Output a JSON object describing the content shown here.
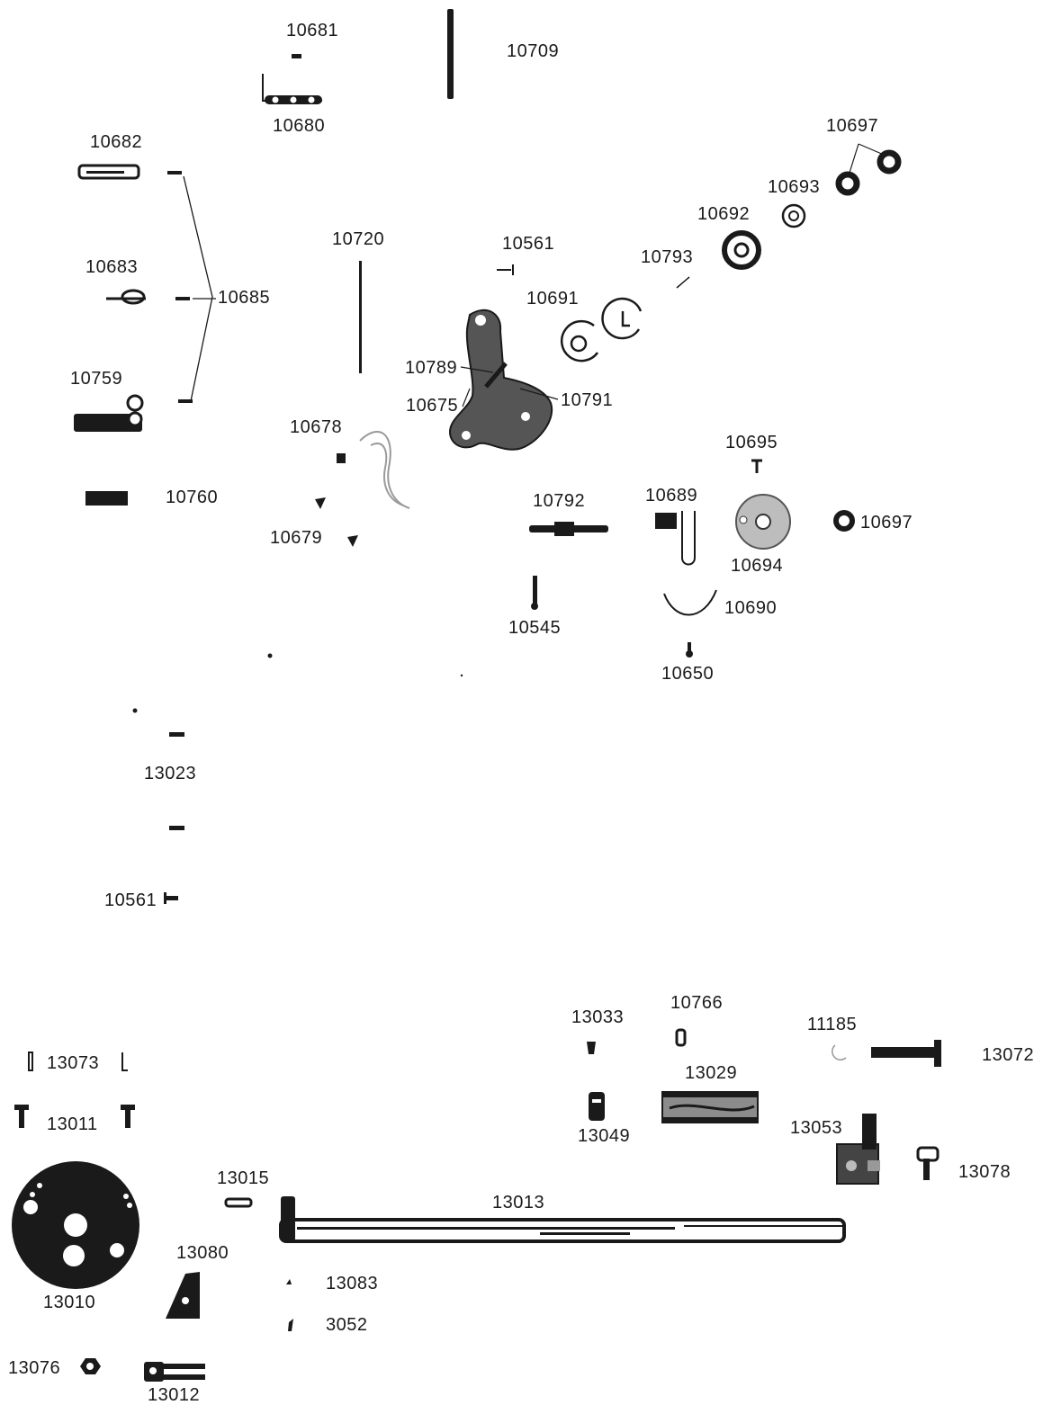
{
  "labels": {
    "p10681": "10681",
    "p10709": "10709",
    "p10680": "10680",
    "p10697a": "10697",
    "p10682": "10682",
    "p10693": "10693",
    "p10692": "10692",
    "p10720": "10720",
    "p10561a": "10561",
    "p10793": "10793",
    "p10683": "10683",
    "p10685": "10685",
    "p10691": "10691",
    "p10789": "10789",
    "p10759": "10759",
    "p10791": "10791",
    "p10675": "10675",
    "p10678": "10678",
    "p10695": "10695",
    "p10760": "10760",
    "p10792": "10792",
    "p10689": "10689",
    "p10697b": "10697",
    "p10679": "10679",
    "p10694": "10694",
    "p10690": "10690",
    "p10545": "10545",
    "p10650": "10650",
    "p13023": "13023",
    "p10561b": "10561",
    "p10766": "10766",
    "p13033": "13033",
    "p11185": "11185",
    "p13073": "13073",
    "p13072": "13072",
    "p13029": "13029",
    "p13011": "13011",
    "p13049": "13049",
    "p13053": "13053",
    "p13078": "13078",
    "p13015": "13015",
    "p13013": "13013",
    "p13080": "13080",
    "p13083": "13083",
    "p13010": "13010",
    "p3052": "3052",
    "p13076": "13076",
    "p13012": "13012"
  },
  "colors": {
    "ink": "#1a1a1a",
    "grey": "#6e6e6e",
    "paper": "#ffffff"
  }
}
